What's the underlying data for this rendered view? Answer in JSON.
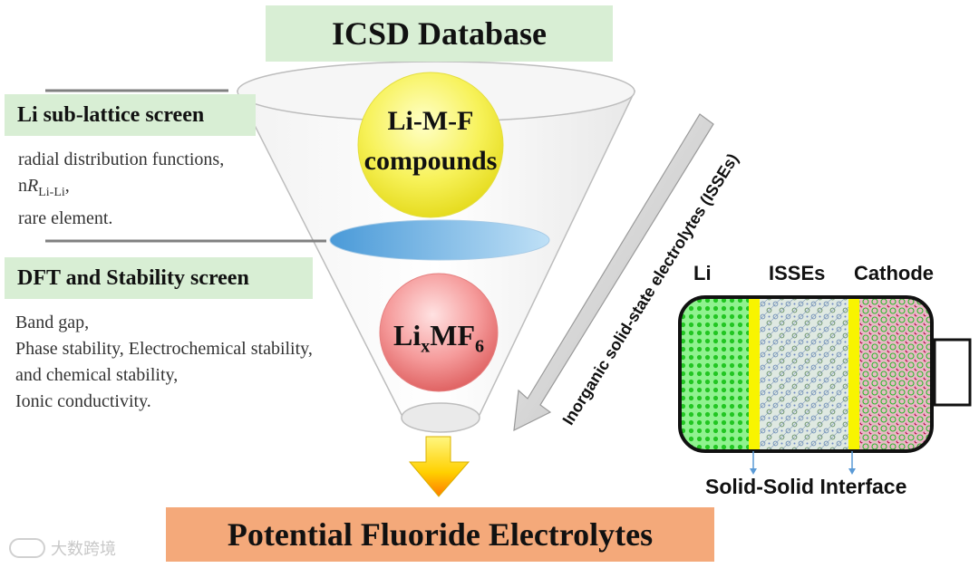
{
  "top_title": "ICSD Database",
  "bottom_title": "Potential Fluoride Electrolytes",
  "screen1": {
    "label": "Li sub-lattice screen",
    "lines": [
      "radial distribution functions,",
      "rare element."
    ],
    "nR_prefix": "n",
    "nR_var": "R",
    "nR_sub": "Li-Li",
    "nR_suffix": ","
  },
  "screen2": {
    "label": "DFT and Stability screen",
    "lines": [
      "Band gap,",
      "Phase stability, Electrochemical stability,",
      "and chemical stability,",
      "Ionic conductivity."
    ]
  },
  "ball1": {
    "line1": "Li-M-F",
    "line2": "compounds"
  },
  "ball2": {
    "text_li": "Li",
    "sub_x": "x",
    "text_mf": "MF",
    "sub_6": "6"
  },
  "arrow_label": "Inorganic solid-state electrolytes (ISSEs)",
  "battery": {
    "labels": [
      "Li",
      "ISSEs",
      "Cathode"
    ],
    "interface_label": "Solid-Solid Interface"
  },
  "watermark": "大数跨境",
  "colors": {
    "green_box": "#d8eed4",
    "orange_box": "#f4a97a",
    "yellow_ball": "#f5f060",
    "red_ball": "#f08a8a",
    "blue_disc": "#6aaee0",
    "li_green": "#4fe04f",
    "interface_yellow": "#f8f400"
  }
}
